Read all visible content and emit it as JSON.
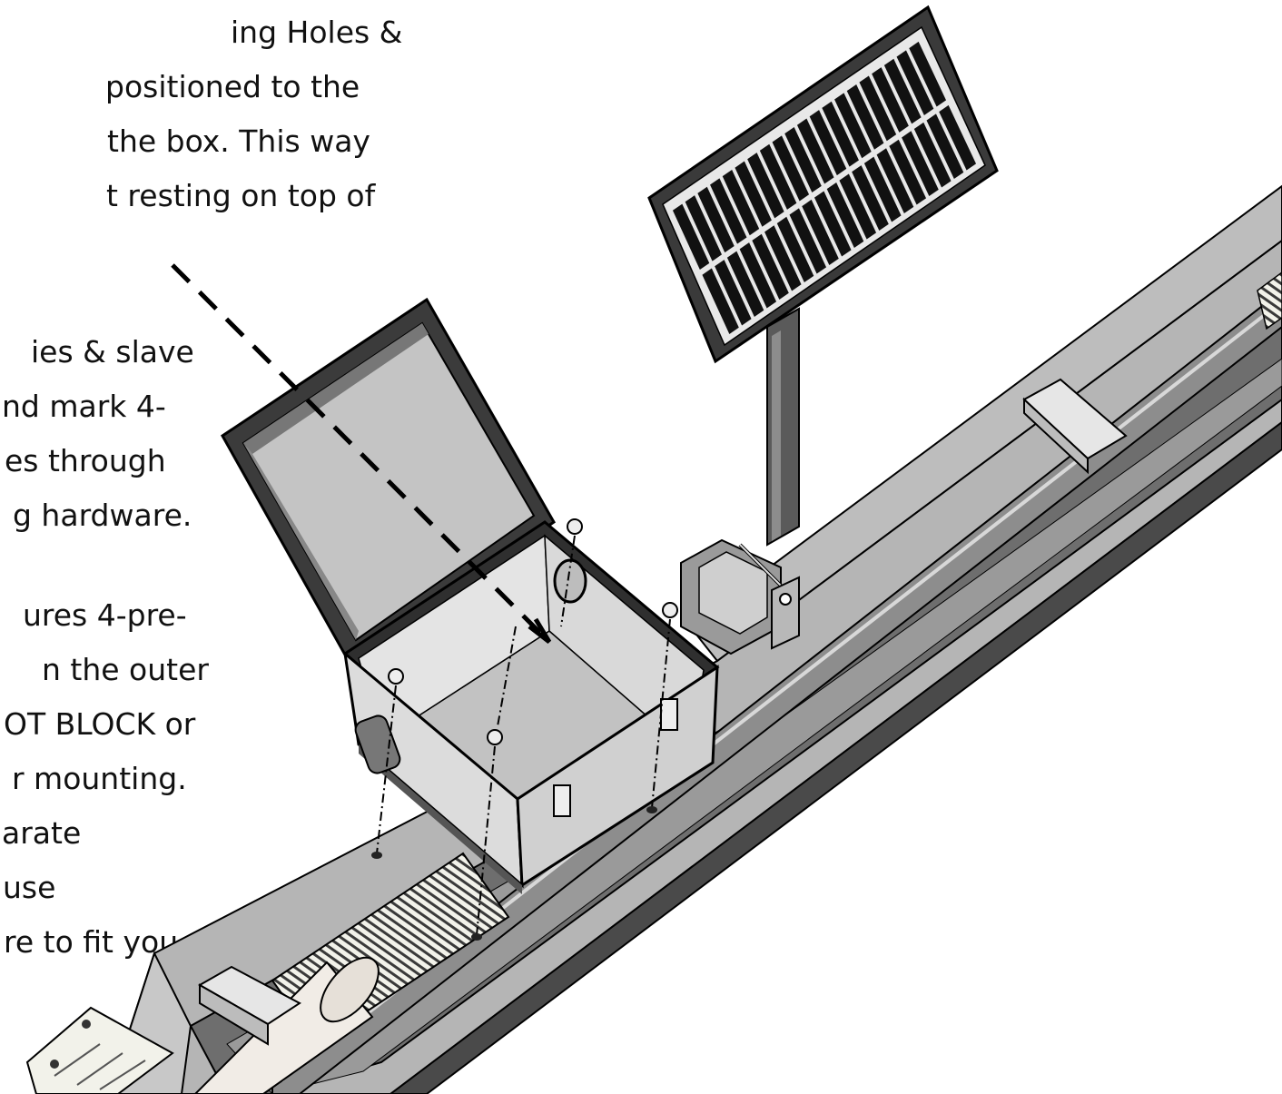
{
  "instructions": {
    "block1": [
      "ing Holes &",
      "positioned to the",
      "the box. This way",
      "t resting on top of"
    ],
    "block2": [
      "ies & slave",
      "nd mark 4-",
      "es through",
      "g hardware."
    ],
    "block3": [
      "ures 4-pre-",
      "n the outer",
      "OT BLOCK or",
      "r mounting.",
      "arate",
      "use",
      "re to fit you"
    ]
  },
  "colors": {
    "rail": "#b3b3b3",
    "rail_dark": "#4a4a4a",
    "box_inner": "#bdbdbd",
    "lid_inner": "#c4c4c4",
    "panel_cell": "#111111",
    "outline": "#000000"
  },
  "icons": {
    "arrow": "dashed-arrow",
    "panel": "solar-panel",
    "box": "enclosure-box"
  }
}
